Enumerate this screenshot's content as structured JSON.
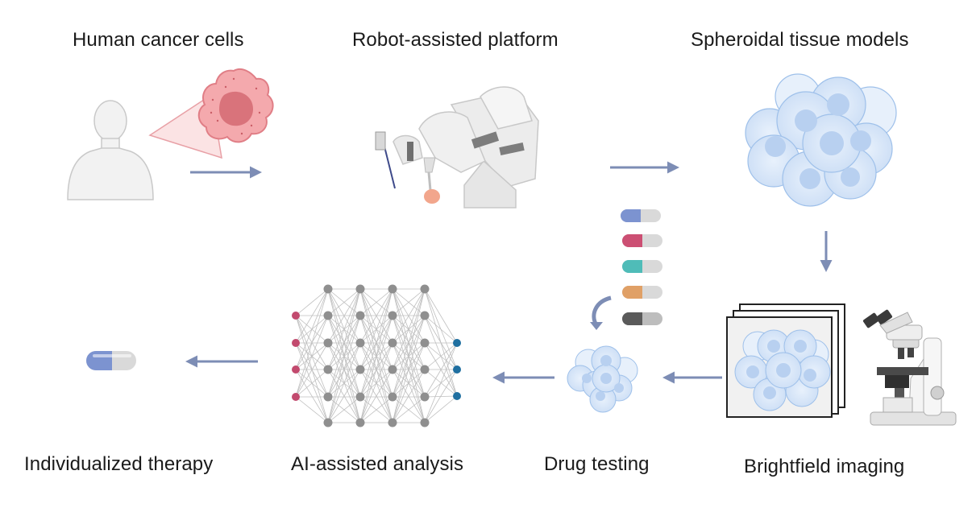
{
  "labels": {
    "human_cancer_cells": "Human cancer cells",
    "robot_platform": "Robot-assisted platform",
    "spheroid_models": "Spheroidal tissue models",
    "individualized_therapy": "Individualized therapy",
    "ai_analysis": "AI-assisted analysis",
    "drug_testing": "Drug testing",
    "brightfield_imaging": "Brightfield  imaging"
  },
  "icons": {
    "human": "human-figure-icon",
    "cancer_cell": "cancer-cell-icon",
    "robot": "robot-arm-icon",
    "spheroid": "spheroid-icon",
    "pills": "pill-capsules-icon",
    "neural_network": "neural-network-icon",
    "microscope": "microscope-icon",
    "therapy_pill": "pill-icon"
  },
  "colors": {
    "arrow": "#7d8db5",
    "cancer_cell": "#f4a9ad",
    "cancer_nucleus": "#d9737b",
    "spheroid_cell": "#d7e6f8",
    "spheroid_nucleus": "#b3cdf0",
    "network_input": "#c24a6e",
    "network_hidden": "#8f8f8f",
    "network_output": "#1f6fa0",
    "pill_colors": [
      "#7c93d0",
      "#cc4f73",
      "#4fbcb8",
      "#e0a066",
      "#5a5a5a"
    ]
  }
}
